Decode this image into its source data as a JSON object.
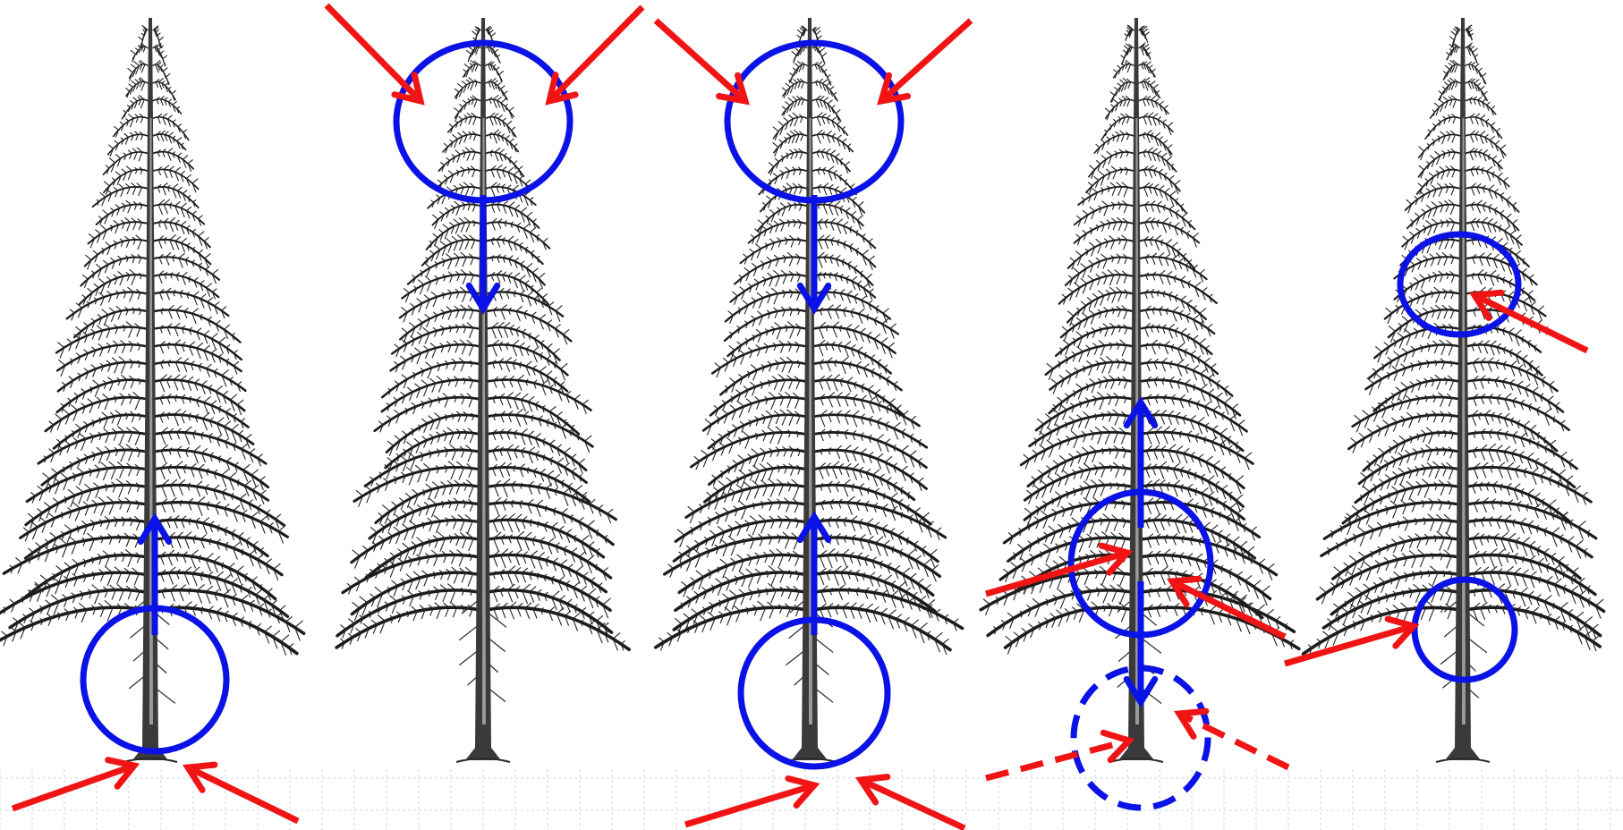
{
  "palette": {
    "annotation_blue": "#0a12e6",
    "annotation_red": "#f01414",
    "tree_ink": "#1c1c1c",
    "grid": "#c9d6ee",
    "background": "#ffffff"
  },
  "panels": [
    {
      "id": "panel-1",
      "subject": "spruce-tree",
      "rings": [
        {
          "style": "solid"
        }
      ],
      "flow_arrows": [
        {
          "direction": "up"
        }
      ],
      "pointers": [
        {
          "style": "solid"
        },
        {
          "style": "solid"
        }
      ]
    },
    {
      "id": "panel-2",
      "subject": "spruce-tree",
      "rings": [
        {
          "style": "solid"
        }
      ],
      "flow_arrows": [
        {
          "direction": "down"
        }
      ],
      "pointers": [
        {
          "style": "solid"
        },
        {
          "style": "solid"
        }
      ]
    },
    {
      "id": "panel-3",
      "subject": "spruce-tree",
      "rings": [
        {
          "style": "solid"
        },
        {
          "style": "solid"
        }
      ],
      "flow_arrows": [
        {
          "direction": "down"
        },
        {
          "direction": "up"
        }
      ],
      "pointers": [
        {
          "style": "solid"
        },
        {
          "style": "solid"
        },
        {
          "style": "solid"
        },
        {
          "style": "solid"
        }
      ]
    },
    {
      "id": "panel-4",
      "subject": "spruce-tree",
      "rings": [
        {
          "style": "solid"
        },
        {
          "style": "dashed"
        }
      ],
      "flow_arrows": [
        {
          "direction": "up"
        },
        {
          "direction": "down"
        }
      ],
      "pointers": [
        {
          "style": "solid"
        },
        {
          "style": "solid"
        },
        {
          "style": "dashed"
        },
        {
          "style": "dashed"
        }
      ]
    },
    {
      "id": "panel-5",
      "subject": "spruce-tree",
      "rings": [
        {
          "style": "solid"
        },
        {
          "style": "solid"
        }
      ],
      "flow_arrows": [],
      "pointers": [
        {
          "style": "solid"
        },
        {
          "style": "solid"
        }
      ]
    }
  ]
}
